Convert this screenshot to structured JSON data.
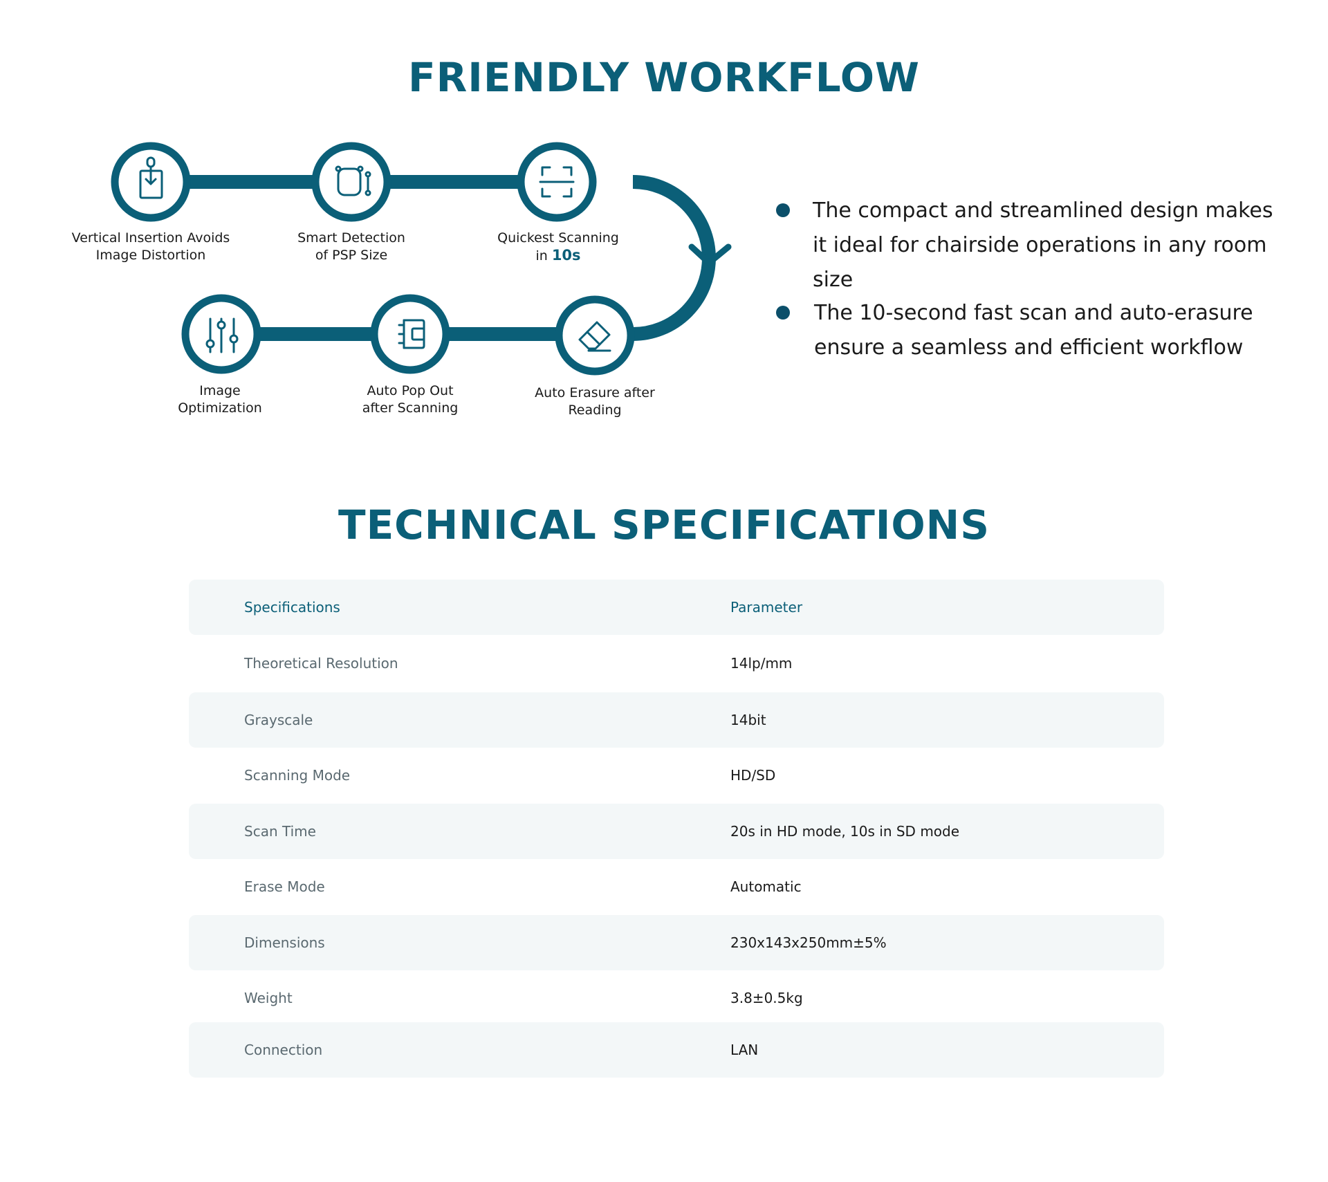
{
  "workflow": {
    "title": "FRIENDLY WORKFLOW",
    "steps": [
      {
        "line1": "Vertical Insertion Avoids",
        "line2": "Image Distortion",
        "icon": "vertical-insertion-icon"
      },
      {
        "line1": "Smart Detection",
        "line2": "of PSP Size",
        "icon": "psp-detection-icon"
      },
      {
        "line1": "Quickest Scanning",
        "line2_prefix": "in ",
        "line2_highlight": "10s",
        "icon": "scan-icon"
      },
      {
        "line1": "Image",
        "line2": "Optimization",
        "icon": "sliders-icon"
      },
      {
        "line1": "Auto Pop Out",
        "line2": "after Scanning",
        "icon": "pop-out-icon"
      },
      {
        "line1": "Auto Erasure after",
        "line2": "Reading",
        "icon": "eraser-icon"
      }
    ],
    "bullets": [
      {
        "line1": "The compact and streamlined design makes",
        "line2": "it ideal for chairside operations in any room size"
      },
      {
        "line1": "The 10-second fast scan and auto-erasure",
        "line2": "ensure a seamless and efficient workflow"
      }
    ],
    "colors": {
      "primary": "#0b5f78",
      "bullet": "#0b4f6a"
    }
  },
  "specs": {
    "title": "TECHNICAL SPECIFICATIONS",
    "header": {
      "name": "Specifications",
      "value": "Parameter"
    },
    "rows": [
      {
        "name": "Theoretical Resolution",
        "value": "14lp/mm"
      },
      {
        "name": "Grayscale",
        "value": "14bit"
      },
      {
        "name": "Scanning Mode",
        "value": "HD/SD"
      },
      {
        "name": "Scan Time",
        "value": "20s in HD mode, 10s in SD mode"
      },
      {
        "name": "Erase Mode",
        "value": "Automatic"
      },
      {
        "name": "Dimensions",
        "value": "230x143x250mm±5%"
      },
      {
        "name": "Weight",
        "value": "3.8±0.5kg"
      },
      {
        "name": "Connection",
        "value": "LAN"
      }
    ],
    "colors": {
      "row_shade": "#f3f7f8",
      "header_text": "#0b5f78"
    }
  }
}
